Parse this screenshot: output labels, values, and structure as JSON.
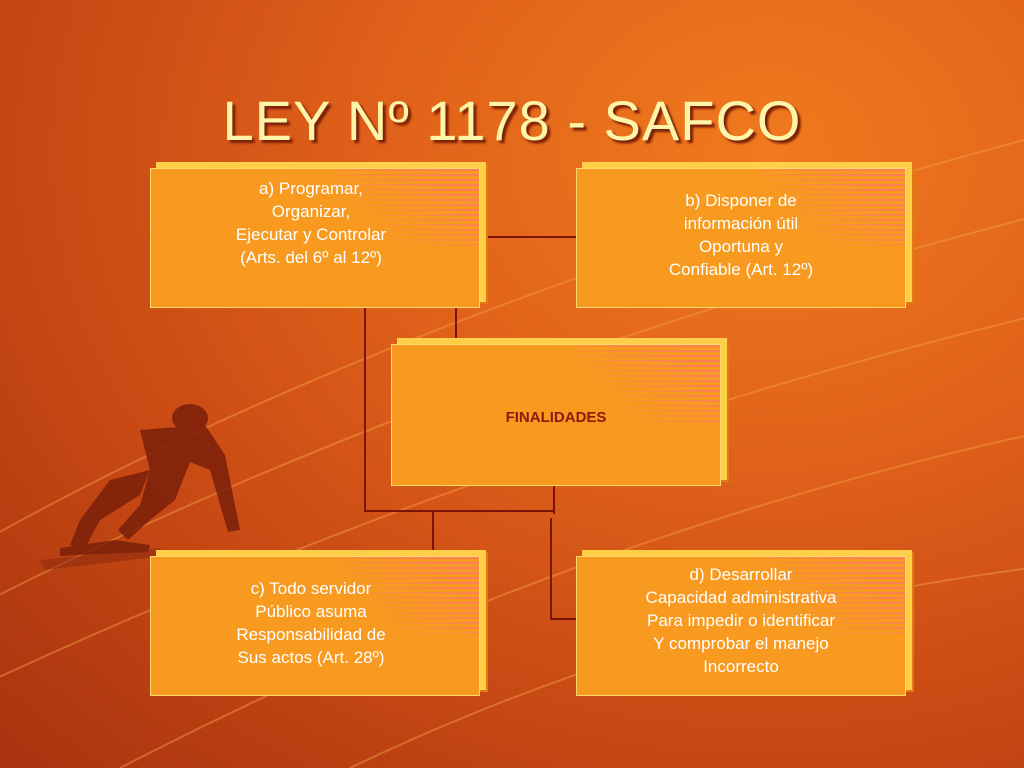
{
  "slide": {
    "title": "LEY Nº 1178 - SAFCO"
  },
  "diagram": {
    "center": "FINALIDADES",
    "box_a": "a)   Programar,\nOrganizar,\nEjecutar y Controlar\n(Arts. del 6º al 12º)",
    "box_b": "b) Disponer de\ninformación útil\nOportuna y\nConfiable (Art. 12º)",
    "box_c": "c) Todo servidor\nPúblico asuma\nResponsabilidad de\nSus actos (Art. 28º)",
    "box_d": "d) Desarrollar\nCapacidad administrativa\nPara impedir o identificar\nY comprobar el manejo\nIncorrecto"
  },
  "colors": {
    "box_fill": "#f79a1f",
    "title_text": "#fff4a8",
    "connector": "#7a1408",
    "center_text": "#8a1a14"
  }
}
